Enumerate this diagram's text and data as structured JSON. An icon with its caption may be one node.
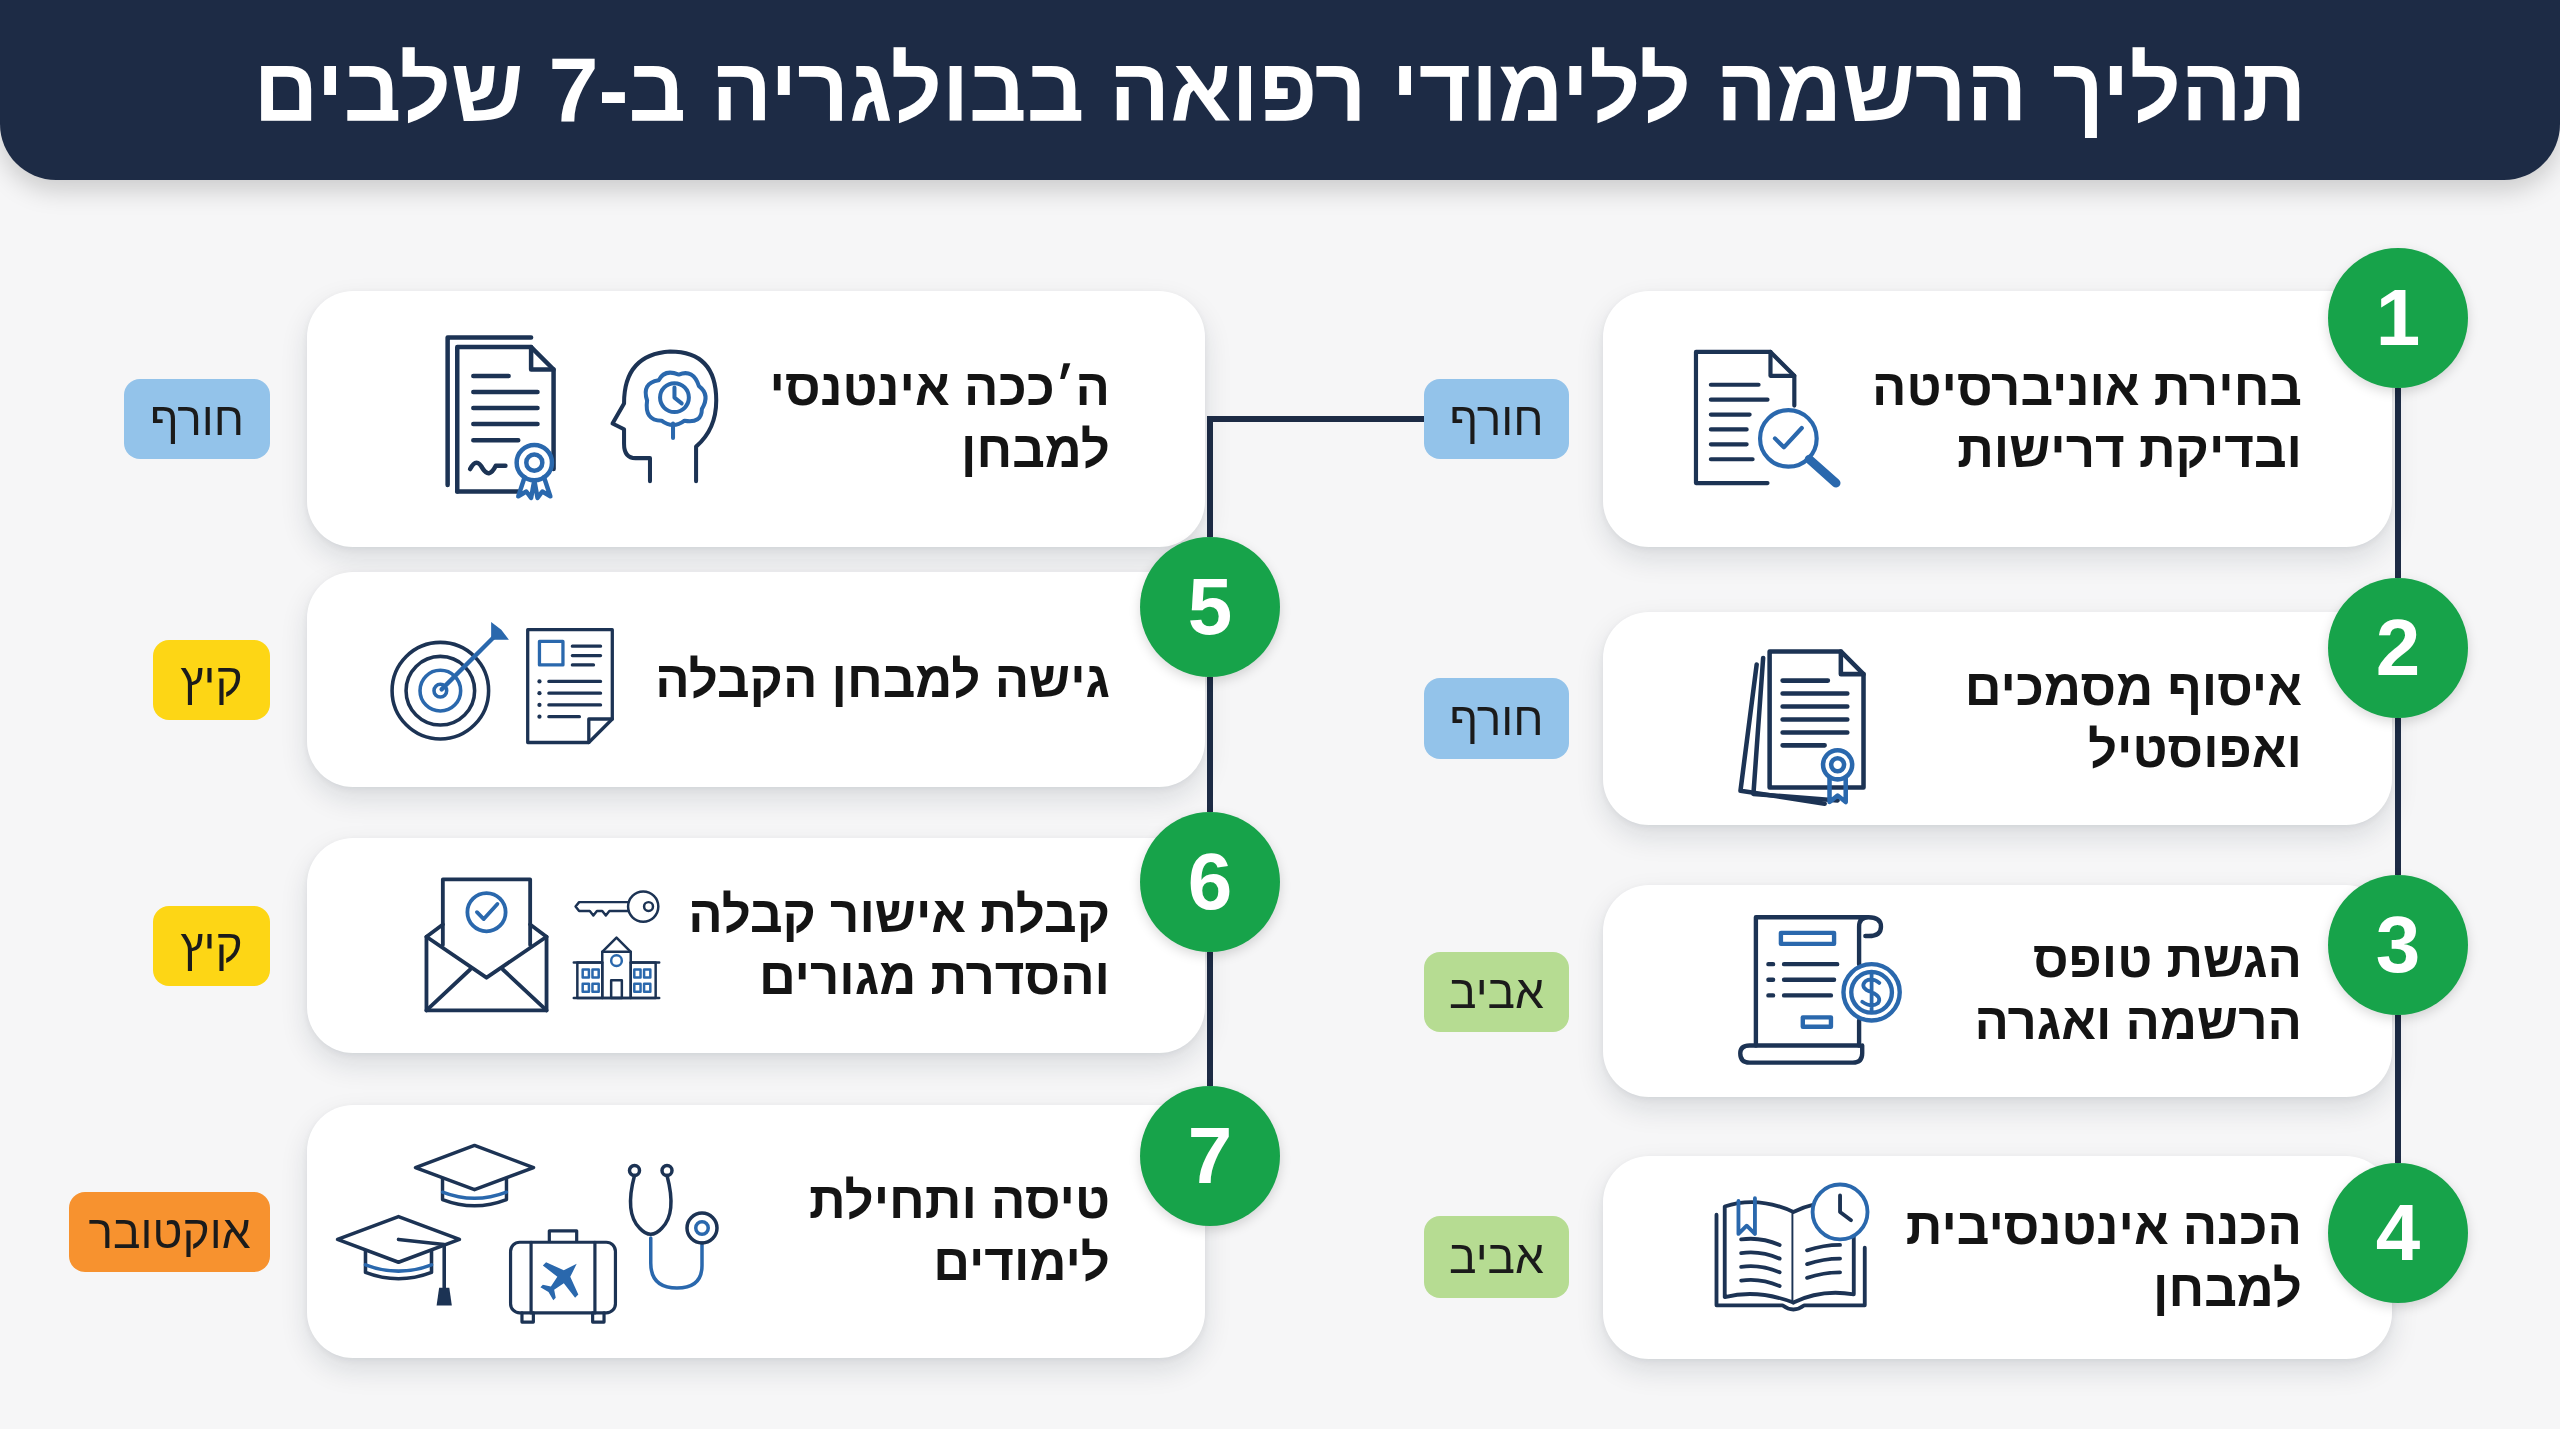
{
  "diagram": {
    "title": "תהליך הרשמה ללימודי רפואה בבולגריה ב-7 שלבים",
    "nodes": [
      {
        "text": [
          "בחירת אוניברסיטה ובדיקת דרישות"
        ]
      },
      {
        "text": [
          "1"
        ]
      },
      {
        "text": [
          "חורף"
        ]
      },
      {
        "text": [
          "איסוף מסמכים ואפוסטיל"
        ]
      },
      {
        "text": [
          "2"
        ]
      },
      {
        "text": [
          "חורף"
        ]
      },
      {
        "text": [
          "הגשת טופס הרשמה ואגרה"
        ]
      },
      {
        "text": [
          "3"
        ]
      },
      {
        "text": [
          "אביב"
        ]
      },
      {
        "text": [
          "הכנה אינטנסיבית למבחן"
        ]
      },
      {
        "text": [
          "4"
        ]
      },
      {
        "text": [
          "אביב"
        ]
      },
      {
        "text": [
          "ה׳ככה אינטנסי למבחן"
        ]
      },
      {
        "text": [
          "חורף"
        ]
      },
      {
        "text": [
          "גישה למבחן הקבלה"
        ]
      },
      {
        "text": [
          "5"
        ]
      },
      {
        "text": [
          "קיץ"
        ]
      },
      {
        "text": [
          "קבלת אישור קבלה והסדרת מגורים"
        ]
      },
      {
        "text": [
          "6"
        ]
      },
      {
        "text": [
          "קיץ"
        ]
      },
      {
        "text": [
          "טיסה ותחילת לימודים"
        ]
      },
      {
        "text": [
          "7"
        ]
      },
      {
        "text": [
          "אוקטובר"
        ]
      }
    ],
    "edges": [
      {
        "from": 1,
        "to": 4,
        "arrow": "none"
      },
      {
        "from": 4,
        "to": 7,
        "arrow": "none"
      },
      {
        "from": 7,
        "to": 10,
        "arrow": "none"
      },
      {
        "from": 2,
        "to": 15,
        "arrow": "none"
      },
      {
        "from": 15,
        "to": 18,
        "arrow": "none"
      },
      {
        "from": 18,
        "to": 21,
        "arrow": "none"
      }
    ]
  }
}
